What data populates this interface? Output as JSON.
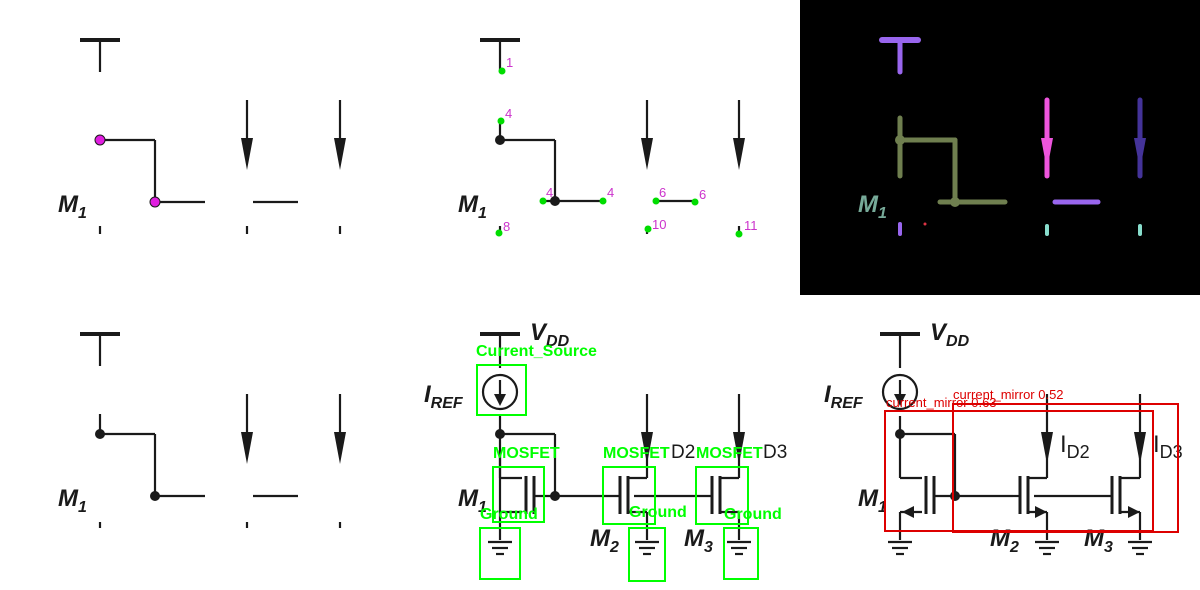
{
  "labels": {
    "m1": "M",
    "m1_sub": "1",
    "m2": "M",
    "m2_sub": "2",
    "m3": "M",
    "m3_sub": "3",
    "vdd": "V",
    "vdd_sub": "DD",
    "iref": "I",
    "iref_sub": "REF",
    "id2": "I",
    "id2_sub": "D2",
    "id3": "I",
    "id3_sub": "D3"
  },
  "keypoints": {
    "labels": [
      "1",
      "4",
      "4",
      "4",
      "6",
      "6",
      "8",
      "10",
      "11"
    ]
  },
  "detections": {
    "current_source": "Current_Source",
    "mosfet": "MOSFET",
    "ground": "Ground",
    "d2_tail": "D2",
    "d3_tail": "D3",
    "m1_visible": "M"
  },
  "boxes": {
    "box1": "current_mirror 0.52",
    "box2": "current_mirror 0.63"
  },
  "colors": {
    "black": "#1a1a1a",
    "magenta_pt": "#e01ee0",
    "green_pt": "#00dd00",
    "green_box": "#00ff00",
    "keypoint_text": "#cc33cc",
    "red_box": "#dd0000",
    "mask_bg": "#000000",
    "mask_purple": "#9966ee",
    "mask_olive": "#6f7f4f",
    "mask_pink": "#ee55dd",
    "mask_indigo": "#443399",
    "mask_teal": "#88ddcc",
    "mask_m1": "#77aa99"
  }
}
